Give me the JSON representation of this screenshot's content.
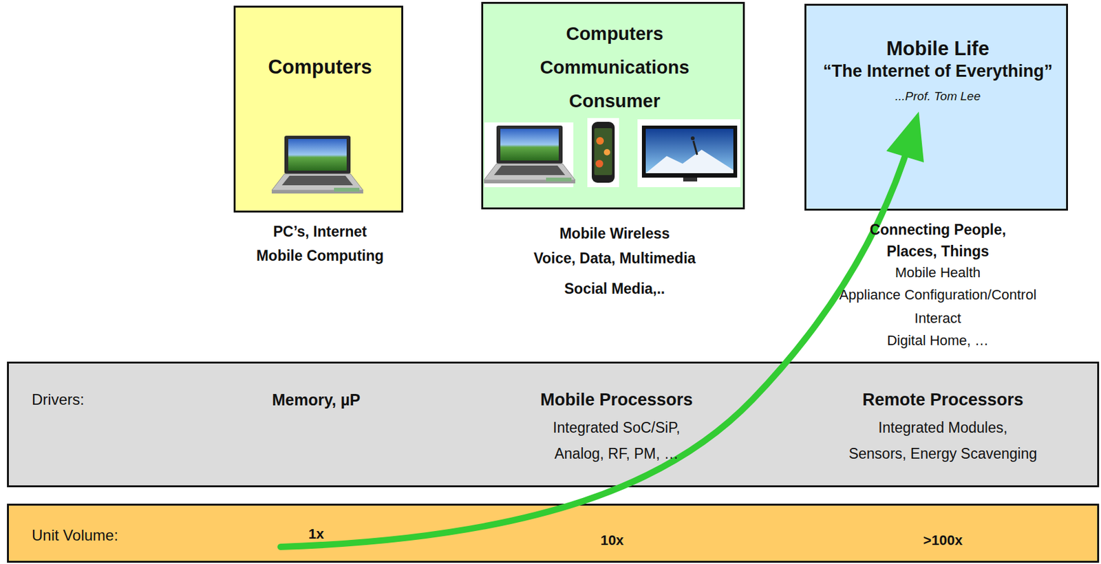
{
  "diagram": {
    "nodes": [
      {
        "text": [
          "Computers",
          "PC’s, Internet Mobile Computing"
        ]
      },
      {
        "text": [
          "Computers Communications Consumer",
          "Mobile Wireless Voice, Data, Multimedia",
          "Social Media,.."
        ]
      },
      {
        "text": [
          "Mobile Life",
          "“The Internet of Everything”",
          "...Prof. Tom Lee",
          "Connecting People, Places, Things",
          "Mobile Health",
          "Appliance Configuration/Control",
          "Interact",
          "Digital Home, …"
        ]
      },
      {
        "text": [
          "Drivers:",
          "Memory, µP",
          "Mobile Processors",
          "Integrated SoC/SiP, Analog, RF, PM, …",
          "Remote Processors",
          "Integrated Modules, Sensors, Energy Scavenging"
        ]
      },
      {
        "text": [
          "Unit Volume:",
          "1x",
          "10x",
          ">100x"
        ]
      }
    ]
  }
}
